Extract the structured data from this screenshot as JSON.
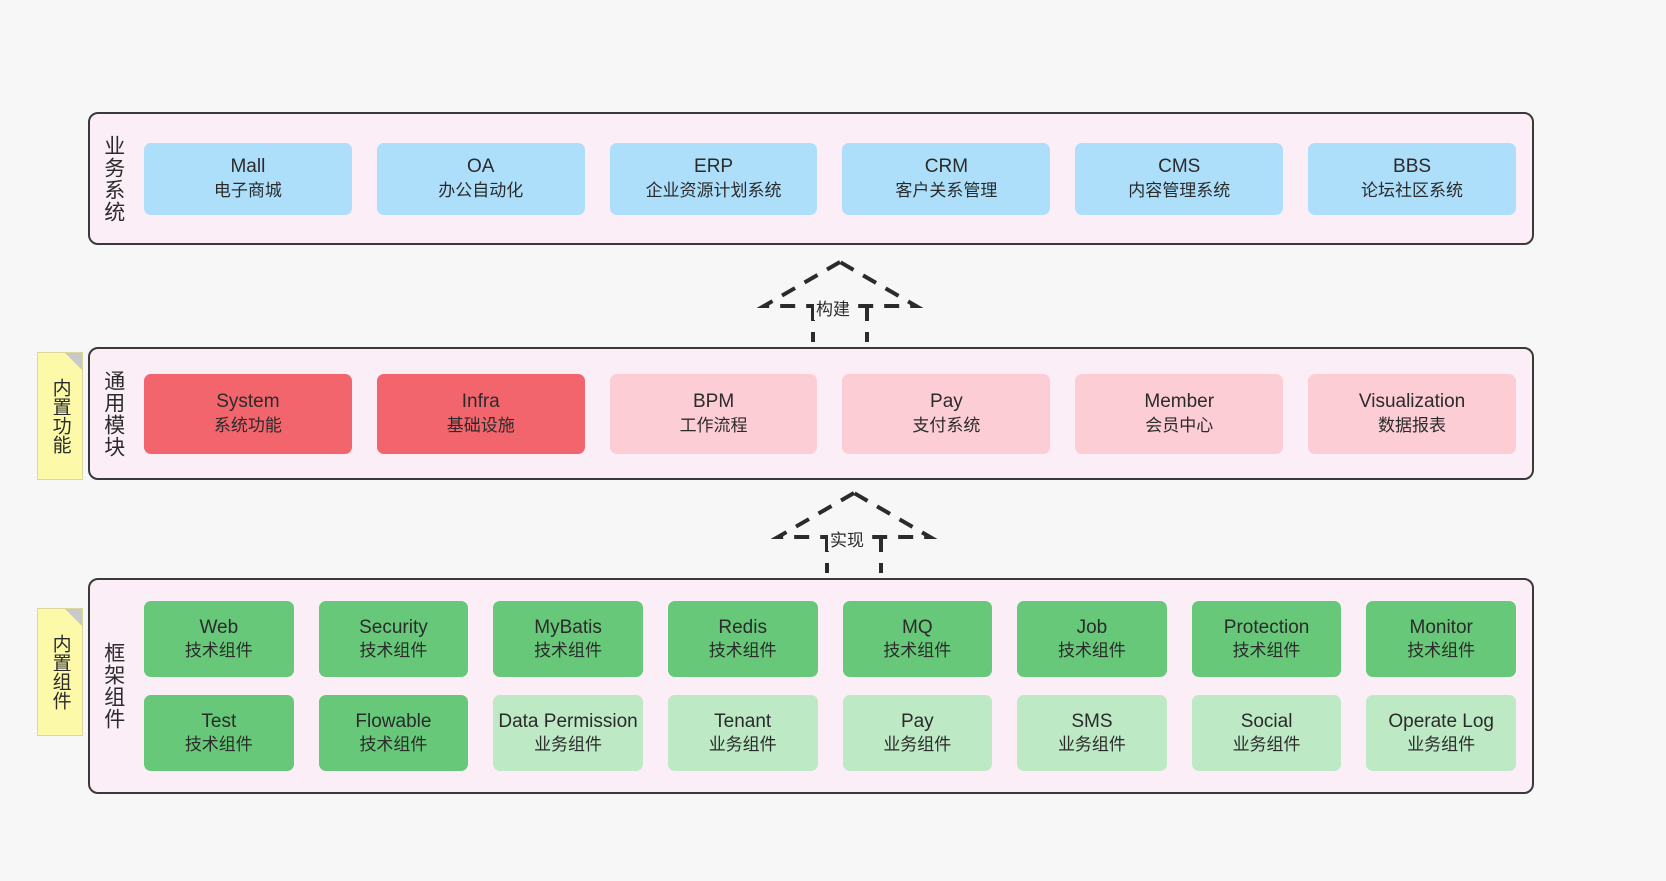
{
  "diagram": {
    "background_color": "#f7f7f7",
    "band_fill": "#fbeef7",
    "band_border": "#3a3a3a",
    "note_fill": "#fcfaa8"
  },
  "notes": [
    {
      "name": "builtin-function",
      "label": "内置功能"
    },
    {
      "name": "builtin-component",
      "label": "内置组件"
    }
  ],
  "connectors": [
    {
      "name": "build",
      "label": "构建",
      "style": "dashed-generalization-up"
    },
    {
      "name": "implement",
      "label": "实现",
      "style": "dashed-generalization-up"
    }
  ],
  "bands": {
    "business": {
      "title": "业务系统",
      "accent": "#addffb",
      "rows": [
        [
          {
            "title": "Mall",
            "sub": "电子商城",
            "fill": "blue"
          },
          {
            "title": "OA",
            "sub": "办公自动化",
            "fill": "blue"
          },
          {
            "title": "ERP",
            "sub": "企业资源计划系统",
            "fill": "blue"
          },
          {
            "title": "CRM",
            "sub": "客户关系管理",
            "fill": "blue"
          },
          {
            "title": "CMS",
            "sub": "内容管理系统",
            "fill": "blue"
          },
          {
            "title": "BBS",
            "sub": "论坛社区系统",
            "fill": "blue"
          }
        ]
      ]
    },
    "common": {
      "title": "通用模块",
      "accent": "#f2656d",
      "rows": [
        [
          {
            "title": "System",
            "sub": "系统功能",
            "fill": "red"
          },
          {
            "title": "Infra",
            "sub": "基础设施",
            "fill": "red"
          },
          {
            "title": "BPM",
            "sub": "工作流程",
            "fill": "pink"
          },
          {
            "title": "Pay",
            "sub": "支付系统",
            "fill": "pink"
          },
          {
            "title": "Member",
            "sub": "会员中心",
            "fill": "pink"
          },
          {
            "title": "Visualization",
            "sub": "数据报表",
            "fill": "pink"
          }
        ]
      ]
    },
    "framework": {
      "title": "框架组件",
      "accent": "#66c878",
      "rows": [
        [
          {
            "title": "Web",
            "sub": "技术组件",
            "fill": "green"
          },
          {
            "title": "Security",
            "sub": "技术组件",
            "fill": "green"
          },
          {
            "title": "MyBatis",
            "sub": "技术组件",
            "fill": "green"
          },
          {
            "title": "Redis",
            "sub": "技术组件",
            "fill": "green"
          },
          {
            "title": "MQ",
            "sub": "技术组件",
            "fill": "green"
          },
          {
            "title": "Job",
            "sub": "技术组件",
            "fill": "green"
          },
          {
            "title": "Protection",
            "sub": "技术组件",
            "fill": "green"
          },
          {
            "title": "Monitor",
            "sub": "技术组件",
            "fill": "green"
          }
        ],
        [
          {
            "title": "Test",
            "sub": "技术组件",
            "fill": "green"
          },
          {
            "title": "Flowable",
            "sub": "技术组件",
            "fill": "green"
          },
          {
            "title": "Data Permission",
            "sub": "业务组件",
            "fill": "lightgreen"
          },
          {
            "title": "Tenant",
            "sub": "业务组件",
            "fill": "lightgreen"
          },
          {
            "title": "Pay",
            "sub": "业务组件",
            "fill": "lightgreen"
          },
          {
            "title": "SMS",
            "sub": "业务组件",
            "fill": "lightgreen"
          },
          {
            "title": "Social",
            "sub": "业务组件",
            "fill": "lightgreen"
          },
          {
            "title": "Operate Log",
            "sub": "业务组件",
            "fill": "lightgreen"
          }
        ]
      ]
    }
  }
}
